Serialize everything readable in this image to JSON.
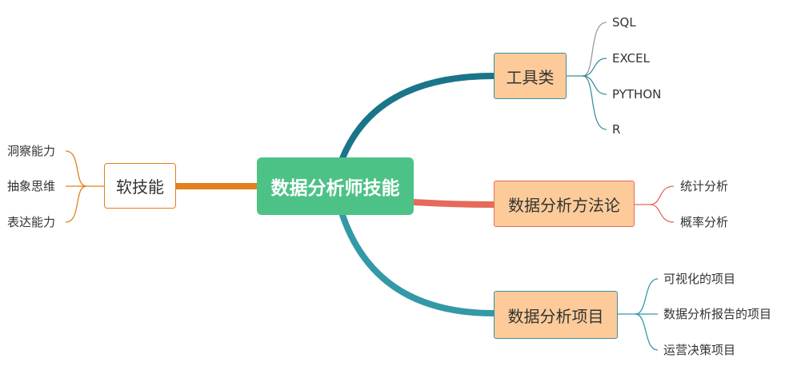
{
  "root": {
    "label": "数据分析师技能"
  },
  "branches": {
    "tools": {
      "label": "工具类",
      "children": [
        "SQL",
        "EXCEL",
        "PYTHON",
        "R"
      ]
    },
    "methods": {
      "label": "数据分析方法论",
      "children": [
        "统计分析",
        "概率分析"
      ]
    },
    "projects": {
      "label": "数据分析项目",
      "children": [
        "可视化的项目",
        "数据分析报告的项目",
        "运营决策项目"
      ]
    },
    "soft": {
      "label": "软技能",
      "children": [
        "洞察能力",
        "抽象思维",
        "表达能力"
      ]
    }
  },
  "colors": {
    "root_fill": "#4dc287",
    "branch_fill": "#fccb99",
    "tools_line": "#1a7589",
    "methods_line": "#e56a5a",
    "projects_line": "#3399a6",
    "soft_line": "#e2801d"
  }
}
